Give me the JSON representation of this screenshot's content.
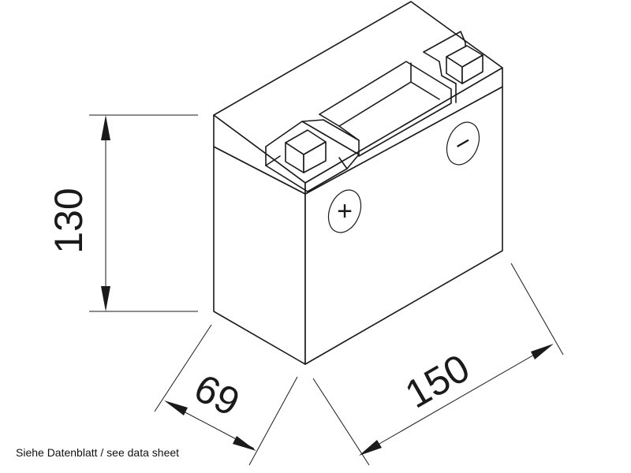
{
  "dimensions": {
    "height": "130",
    "depth": "69",
    "length": "150"
  },
  "terminals": {
    "positive": "+",
    "negative": "−"
  },
  "note": "Siehe Datenblatt / see data sheet"
}
